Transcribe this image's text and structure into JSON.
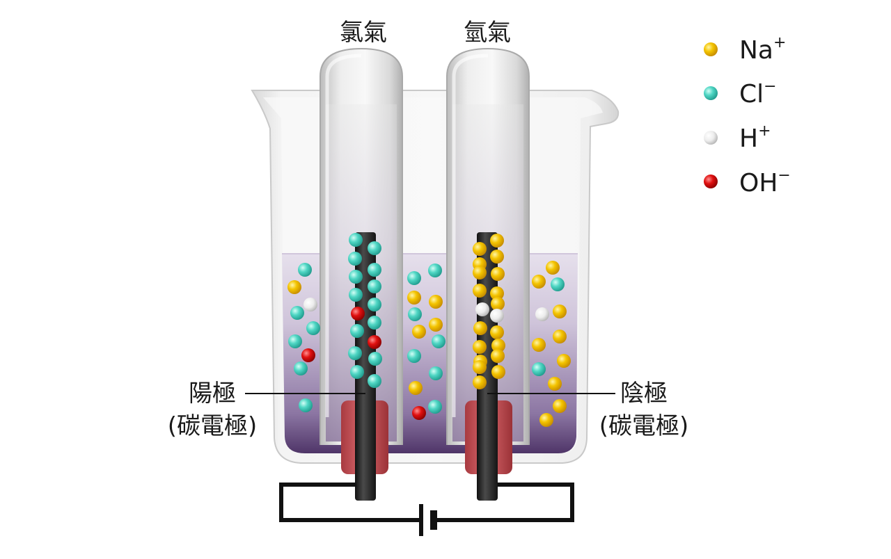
{
  "gas_labels": {
    "left": "氯氣",
    "right": "氫氣"
  },
  "electrodes": {
    "anode": {
      "name": "陽極",
      "material": "(碳電極)"
    },
    "cathode": {
      "name": "陰極",
      "material": "(碳電極)"
    }
  },
  "legend": [
    {
      "ion": "Na",
      "charge": "+",
      "color": "#f2c300"
    },
    {
      "ion": "Cl",
      "charge": "−",
      "color": "#4fd6c4"
    },
    {
      "ion": "H",
      "charge": "+",
      "color": "#ececec"
    },
    {
      "ion": "OH",
      "charge": "−",
      "color": "#e01010"
    }
  ],
  "colors": {
    "na": "#f2c300",
    "cl": "#4fd6c4",
    "h": "#ececec",
    "oh": "#e01010",
    "solution": "#6a4f87",
    "electrode": "#2a2a2a",
    "stopper": "#c9555a"
  }
}
